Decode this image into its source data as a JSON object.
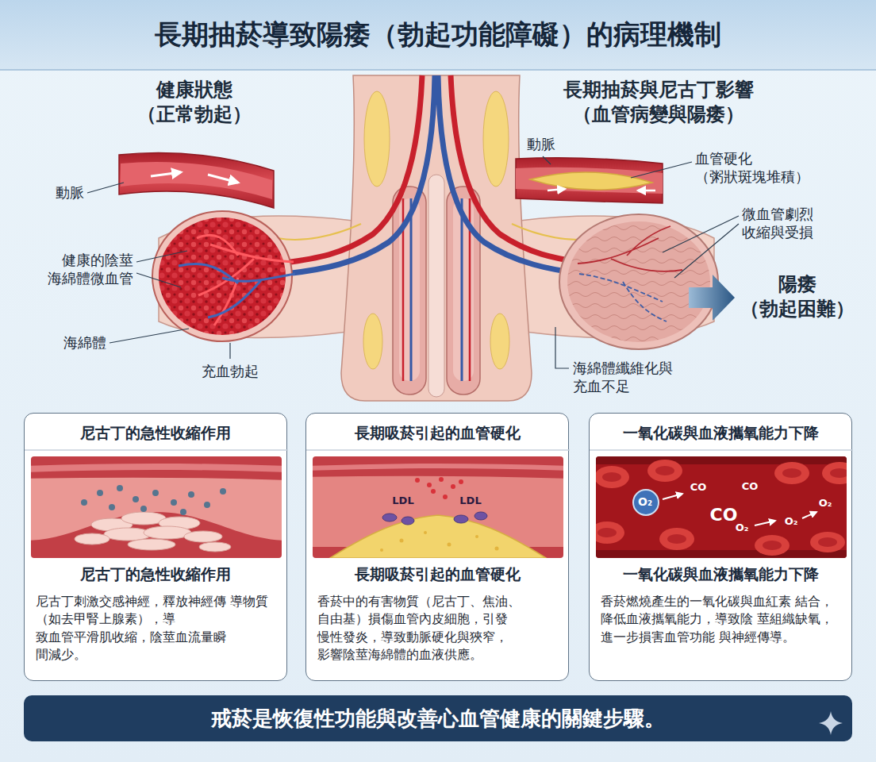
{
  "diagram": {
    "title": "長期抽菸導致陽痿（勃起功能障礙）的病理機制",
    "nodes": [
      {
        "text": [
          "尼古丁的急性收縮作用",
          "尼古丁的急性收縮作用",
          "尼古丁刺激交感神經，釋放神經傳 導物質（如去甲腎上腺素），導 致血管平滑肌收縮，陰莖血流量瞬 間減少。"
        ]
      },
      {
        "text": [
          "長期吸菸引起的血管硬化",
          "長期吸菸引起的血管硬化",
          "香菸中的有害物質（尼古丁、焦油、 自由基）損傷血管內皮細胞，引發 慢性發炎，導致動脈硬化與狹窄， 影響陰莖海綿體的血液供應。"
        ]
      },
      {
        "text": [
          "一氧化碳與血液攜氧能力下降",
          "一氧化碳與血液攜氧能力下降",
          "香菸燃燒產生的一氧化碳與血紅素 結合，降低血液攜氧能力，導致陰 莖組織缺氧，進一步損害血管功能 與神經傳導。"
        ]
      },
      {
        "text": [
          "戒菸是恢復性功能與改善心血管健康的關鍵步驟。"
        ]
      }
    ],
    "labels": [
      "健康狀態 （正常勃起）",
      "長期抽菸與尼古丁影響 （血管病變與陽痿）",
      "動脈",
      "健康的陰莖 海綿體微血管",
      "海綿體",
      "充血勃起",
      "動脈",
      "血管硬化 （粥狀斑塊堆積）",
      "微血管劇烈 收縮與受損",
      "陽痿 （勃起困難）",
      "海綿體纖維化與 充血不足",
      "LDL",
      "LDL",
      "O₂",
      "CO",
      "CO",
      "CO",
      "O₂",
      "O₂",
      "O₂"
    ]
  }
}
